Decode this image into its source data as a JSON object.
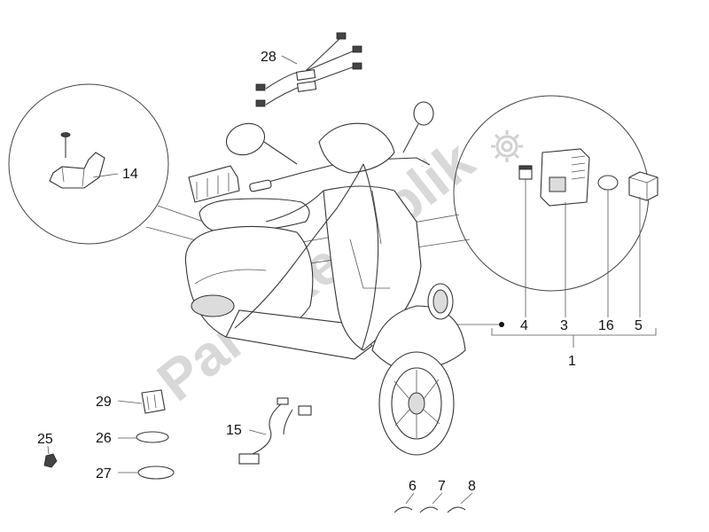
{
  "watermark": "PartsRepublik",
  "callouts": {
    "c1": "1",
    "c3": "3",
    "c4": "4",
    "c5": "5",
    "c6": "6",
    "c7": "7",
    "c8": "8",
    "c14": "14",
    "c15": "15",
    "c16": "16",
    "c25": "25",
    "c26": "26",
    "c27": "27",
    "c28": "28",
    "c29": "29"
  },
  "icons": {
    "watermark_gear": "gear-icon"
  }
}
